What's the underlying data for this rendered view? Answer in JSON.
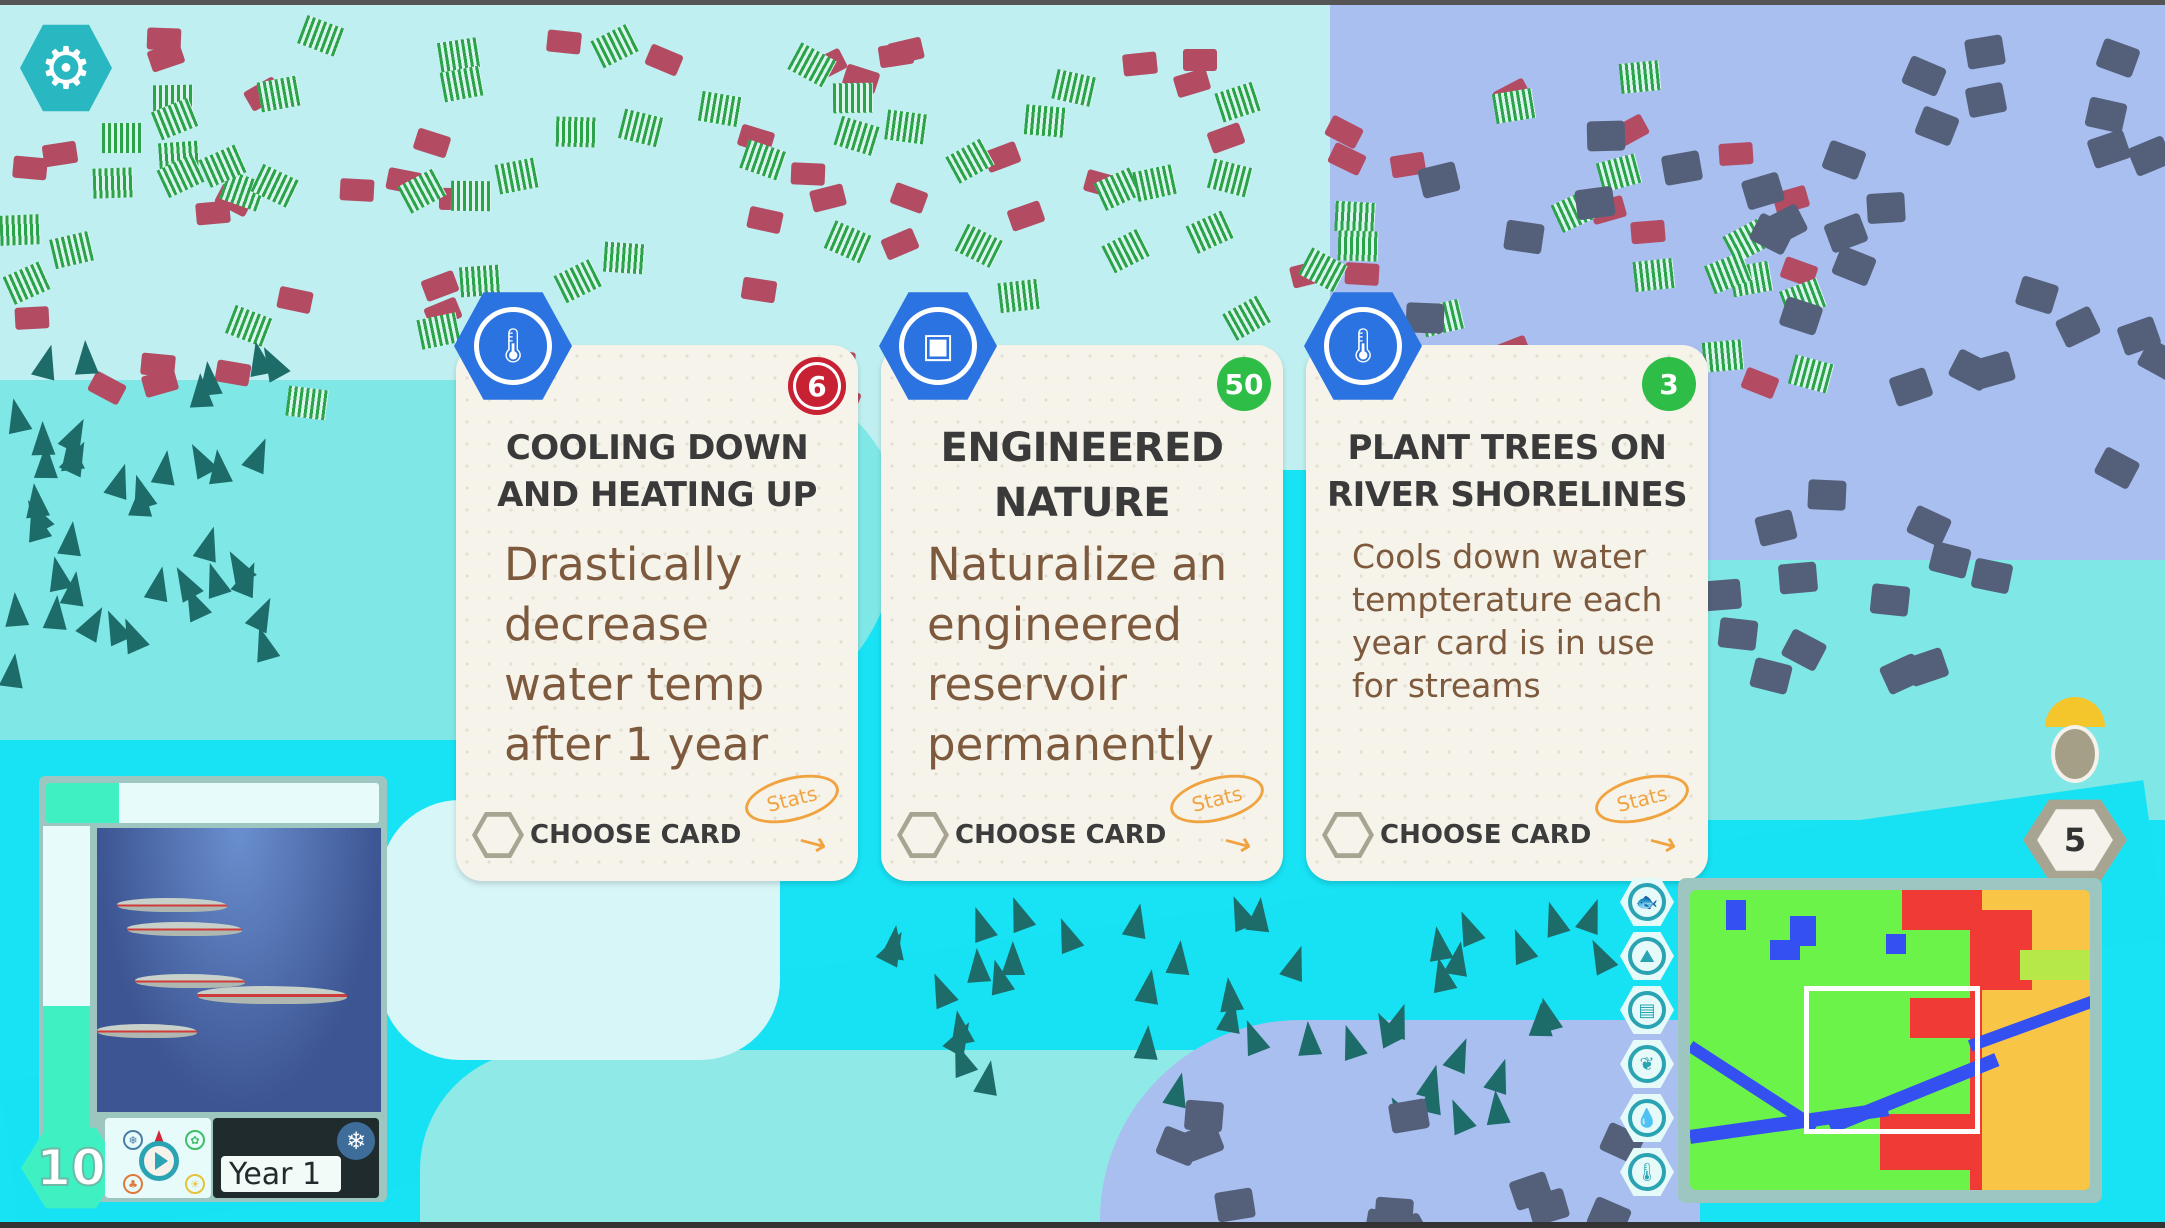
{
  "hud": {
    "settings_icon": "gear-icon",
    "worker_count": "5",
    "worker_icon": "hard-hat-worker-icon"
  },
  "cards": [
    {
      "category_icon": "thermometer-icon",
      "cost": "6",
      "cost_color": "#c72133",
      "title": "COOLING DOWN AND HEATING UP",
      "description": "Drastically decrease water temp after 1 year",
      "choose_label": "CHOOSE CARD",
      "stats_label": "Stats"
    },
    {
      "category_icon": "engineered-structure-icon",
      "cost": "50",
      "cost_color": "#2ebd46",
      "title": "ENGINEERED NATURE",
      "description": "Naturalize an engineered reservoir permanently",
      "choose_label": "CHOOSE CARD",
      "stats_label": "Stats"
    },
    {
      "category_icon": "thermometer-icon",
      "cost": "3",
      "cost_color": "#2ebd46",
      "title": "PLANT TREES ON RIVER SHORELINES",
      "description": "Cools down water tempterature each year card is in use for streams",
      "choose_label": "CHOOSE CARD",
      "stats_label": "Stats"
    }
  ],
  "fish_panel": {
    "temperature": "10",
    "top_bar_fill": 0.22,
    "thermometer_fill": 0.42,
    "year_label": "Year 1",
    "season_icon": "snowflake-icon"
  },
  "layers": [
    "fish-icon",
    "erosion-icon",
    "dam-icon",
    "leaf-icon",
    "water-pollution-icon",
    "thermometer-icon"
  ],
  "colors": {
    "accent": "#2a73e0",
    "teal": "#3ff0c3",
    "stats": "#f0a441"
  }
}
